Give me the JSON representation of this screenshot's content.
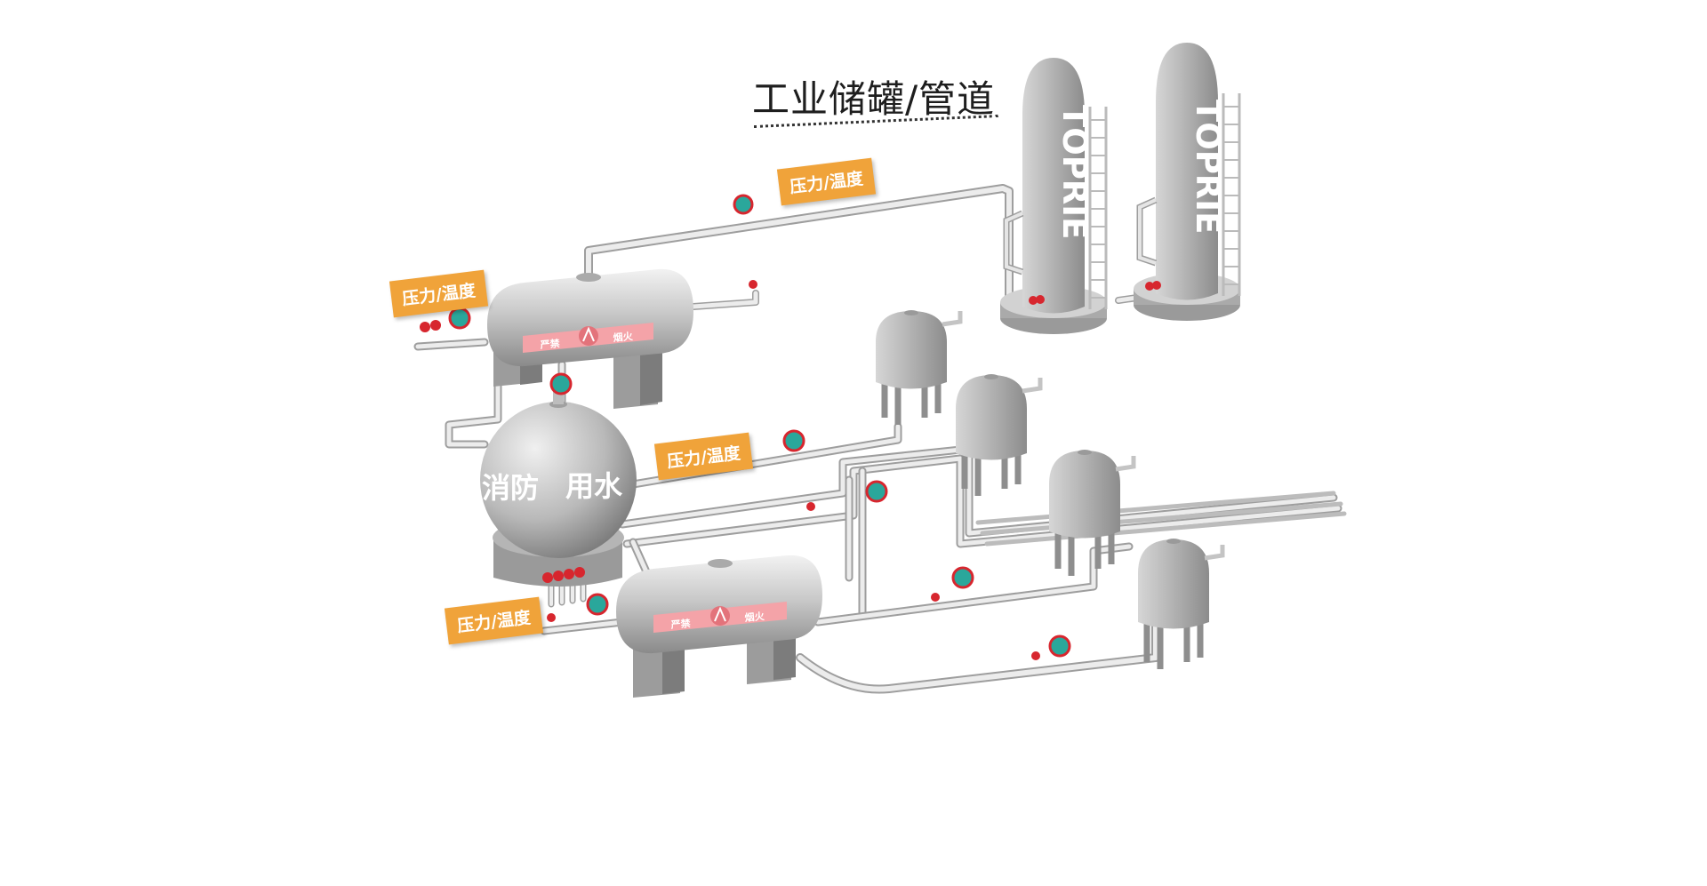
{
  "title": "工业储罐/管道",
  "tag_label": "压力/温度",
  "tower_brand": "TOPRIE",
  "sphere_label_left": "消防",
  "sphere_label_right": "用水",
  "warning_left": "严禁",
  "warning_right": "烟火",
  "colors": {
    "tank": "#c4c4c4",
    "pipe": "#e2e2e2",
    "tag": "#f0a33a",
    "warning_band": "#f4a3a8",
    "gauge_face": "#2aa79b",
    "gauge_ring": "#d7262e",
    "valve": "#d7262e"
  }
}
